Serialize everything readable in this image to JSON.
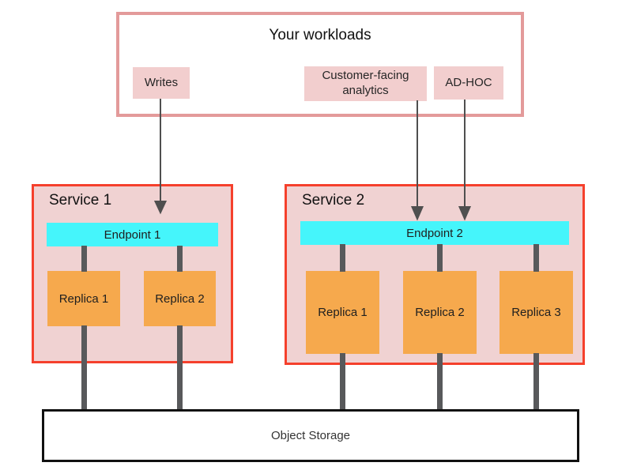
{
  "diagram": {
    "workloads": {
      "title": "Your workloads",
      "items": [
        {
          "id": "writes",
          "label": "Writes"
        },
        {
          "id": "analytics",
          "label": "Customer-facing analytics"
        },
        {
          "id": "adhoc",
          "label": "AD-HOC"
        }
      ]
    },
    "services": [
      {
        "title": "Service 1",
        "endpoint": "Endpoint 1",
        "replicas": [
          "Replica 1",
          "Replica 2"
        ]
      },
      {
        "title": "Service 2",
        "endpoint": "Endpoint 2",
        "replicas": [
          "Replica 1",
          "Replica 2",
          "Replica 3"
        ]
      }
    ],
    "storage": {
      "label": "Object Storage"
    },
    "colors": {
      "workloads_border": "#e39a9a",
      "workload_pill_bg": "#f2cece",
      "service_border": "#f5402c",
      "service_bg": "#f0d2d2",
      "endpoint_bg": "#45f5fb",
      "replica_bg": "#f6a94d",
      "connector_gray": "#58595b",
      "arrow_gray": "#4f4f4f",
      "storage_border": "#111111"
    }
  }
}
